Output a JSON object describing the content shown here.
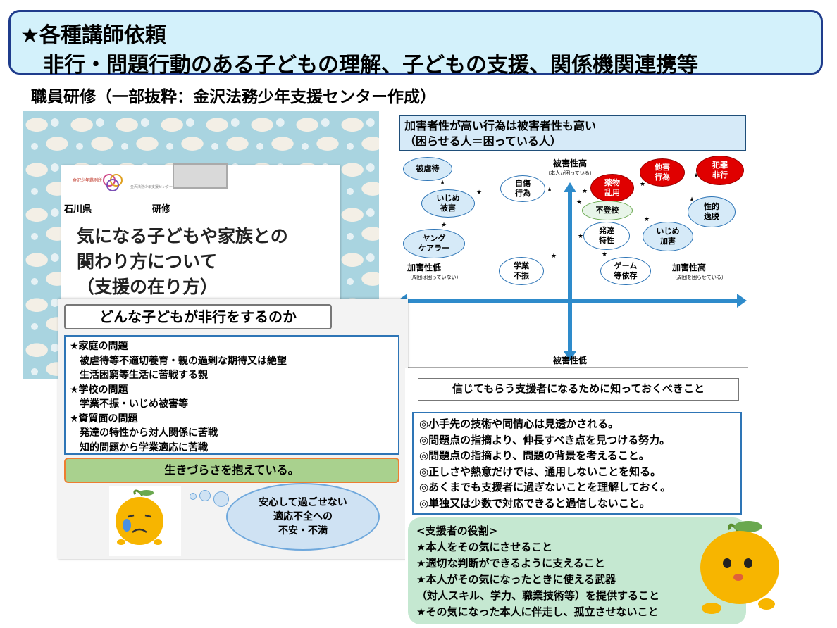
{
  "header": {
    "line1": "★各種講師依頼",
    "line2": "非行・問題行動のある子どもの理解、子どもの支援、関係機関連携等"
  },
  "subtitle": "職員研修（一部抜粋：金沢法務少年支援センター作成）",
  "slide1": {
    "logo_text": "金沢少年鑑別所",
    "logo_subtext": "金沢法務少年支援センター",
    "prefecture_prefix": "石川県",
    "prefecture_suffix": "研修",
    "title_lines": [
      "気になる子どもや家族との",
      "関わり方について",
      "（支援の在り方）"
    ]
  },
  "slide2": {
    "title": "どんな子どもが非行をするのか",
    "items": [
      {
        "text": "★家庭の問題",
        "indent": false
      },
      {
        "text": "被虐待等不適切養育・親の過剰な期待又は絶望",
        "indent": true
      },
      {
        "text": "生活困窮等生活に苦戦する親",
        "indent": true
      },
      {
        "text": "★学校の問題",
        "indent": false
      },
      {
        "text": "学業不振・いじめ被害等",
        "indent": true
      },
      {
        "text": "★資質面の問題",
        "indent": false
      },
      {
        "text": "発達の特性から対人関係に苦戦",
        "indent": true
      },
      {
        "text": "知的問題から学業適応に苦戦",
        "indent": true
      }
    ],
    "bar": "生きづらさを抱えている。",
    "cloud": [
      "安心して過ごせない",
      "適応不全への",
      "不安・不満"
    ]
  },
  "slide3": {
    "title_line1": "加害者性が高い行為は被害者性も高い",
    "title_line2": "（困らせる人＝困っている人）",
    "axis_top": "被害性高",
    "axis_top_sub": "（本人が困っている）",
    "axis_bottom": "被害性低",
    "axis_left": "加害性低",
    "axis_left_sub": "（周囲は困っていない）",
    "axis_right": "加害性高",
    "axis_right_sub": "（周囲を困らせている）",
    "nodes": {
      "gyakutai": "被虐待",
      "ijime_higai": "いじめ\n被害",
      "young_carer": "ヤング\nケアラー",
      "jisho": "自傷\n行為",
      "gakugyo": "学業\n不振",
      "yakubutsu": "薬物\n乱用",
      "futoko": "不登校",
      "hattatsu": "発達\n特性",
      "game": "ゲーム\n等依存",
      "tagai": "他害\n行為",
      "hanzai": "犯罪\n非行",
      "seiteki": "性的\n逸脱",
      "ijime_kagai": "いじめ\n加害"
    },
    "colors": {
      "axis": "#2e8bcb",
      "red_node": "#e00000",
      "blue_node": "#d6eaf8"
    }
  },
  "slide4": {
    "title": "信じてもらう支援者になるために知っておくべきこと",
    "items": [
      "◎小手先の技術や同情心は見透かされる。",
      "◎問題点の指摘より、伸長すべき点を見つける努力。",
      "◎問題点の指摘より、問題の背景を考えること。",
      "◎正しさや熱意だけでは、通用しないことを知る。",
      "◎あくまでも支援者に過ぎないことを理解しておく。",
      "◎単独又は少数で対応できると過信しないこと。"
    ],
    "role_heading": "<支援者の役割>",
    "roles": [
      "★本人をその気にさせること",
      "★適切な判断ができるように支えること",
      "★本人がその気になったときに使える武器",
      "（対人スキル、学力、職業技術等）を提供すること",
      "★その気になった本人に伴走し、孤立させないこと"
    ]
  },
  "icons": [
    "mascot-orange-icon",
    "sad-mascot-icon",
    "logo-rings-icon"
  ]
}
